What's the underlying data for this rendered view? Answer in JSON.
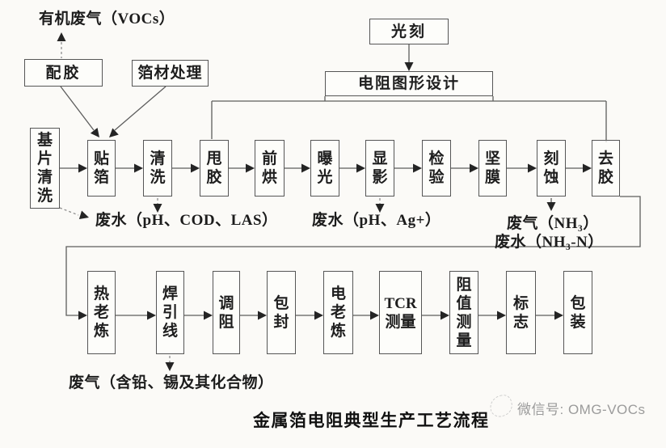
{
  "flow": {
    "prep": {
      "glue_prep": "配胶",
      "foil_treatment": "箔材处理",
      "lithography": "光刻",
      "pattern_design": "电阻图形设计"
    },
    "row1": [
      "基片清洗",
      "贴箔",
      "清洗",
      "甩胶",
      "前烘",
      "曝光",
      "显影",
      "检验",
      "坚膜",
      "刻蚀",
      "去胶"
    ],
    "row2": [
      "热老炼",
      "焊引线",
      "调阻",
      "包封",
      "电老炼",
      "TCR测量",
      "阻值测量",
      "标志",
      "包装"
    ],
    "emissions": {
      "vocs": "有机废气（VOCs）",
      "wastewater_clean": "废水（pH、COD、LAS）",
      "wastewater_develop": "废水（pH、Ag+）",
      "gas_nh3": "废气（NH₃）",
      "water_nh3n": "废水（NH₃-N）",
      "gas_lead_tin": "废气（含铅、锡及其化合物）"
    },
    "caption": "金属箔电阻典型生产工艺流程",
    "watermark": "微信号: OMG-VOCs"
  }
}
